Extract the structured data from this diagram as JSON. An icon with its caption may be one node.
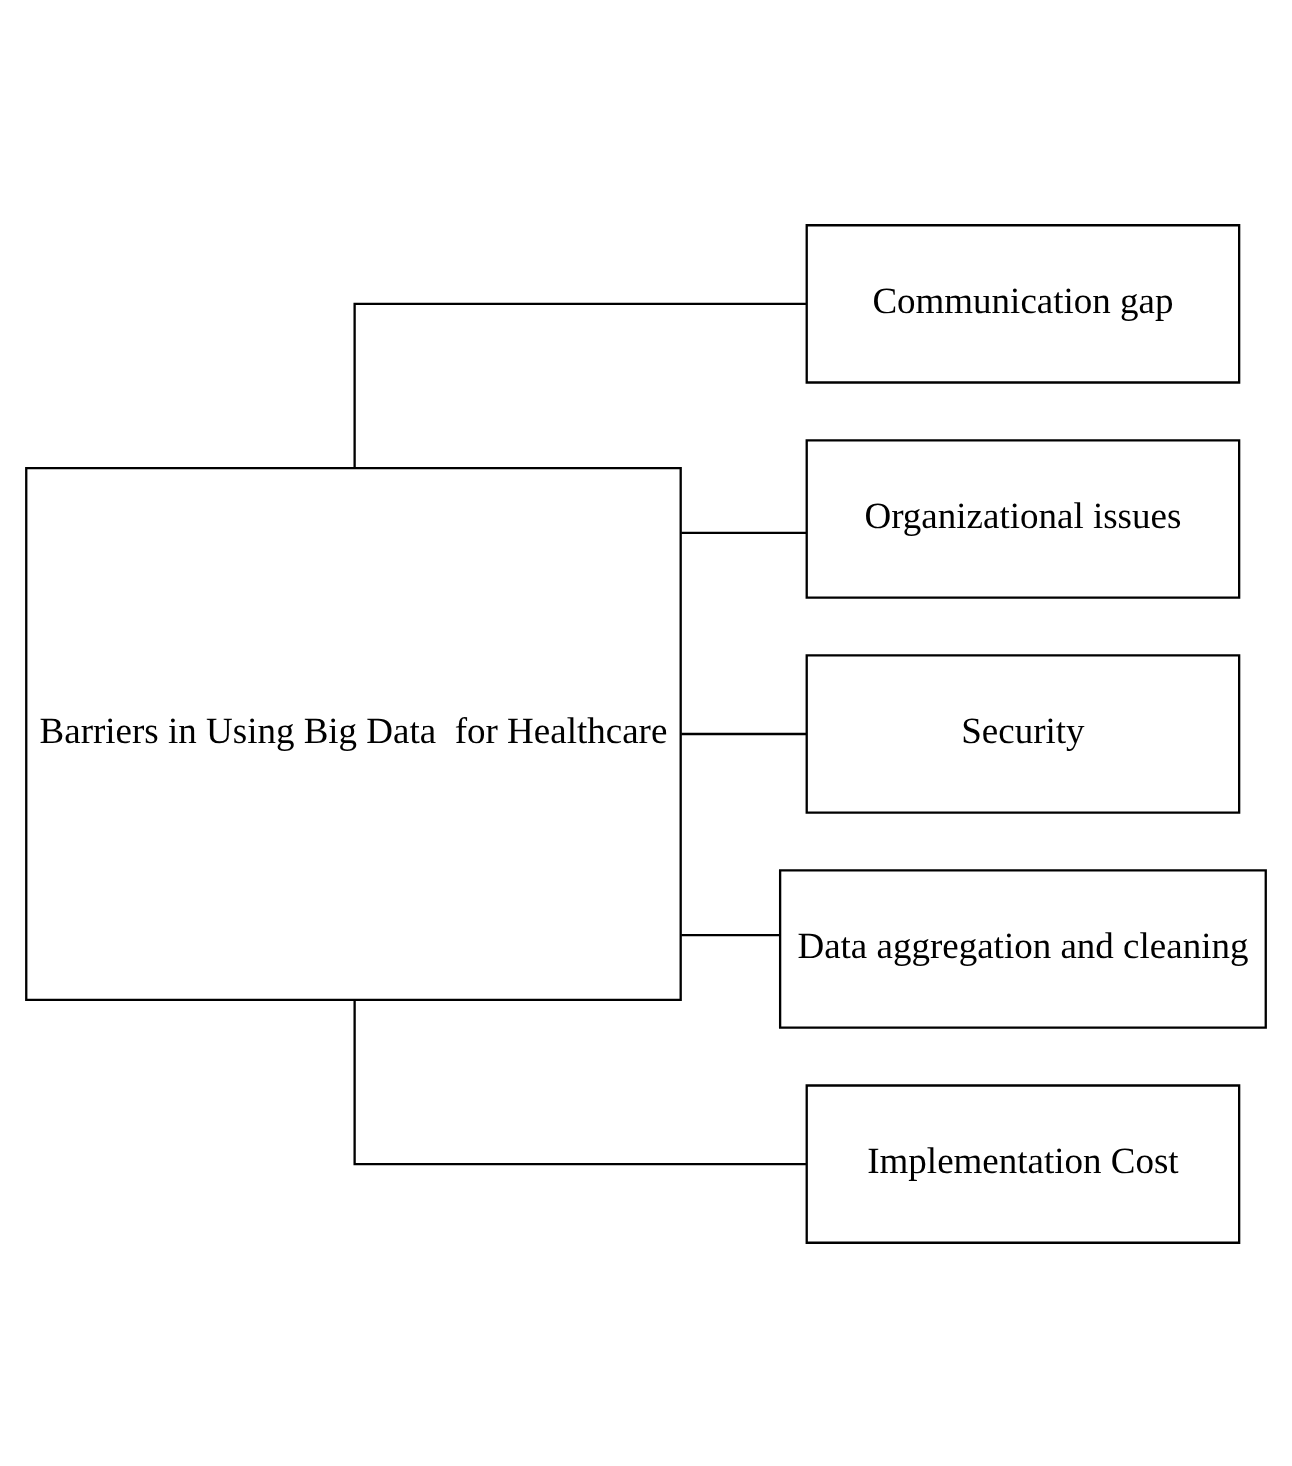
{
  "diagram": {
    "nodes": [
      {
        "text": [
          "Barriers in Using Big Data  for Healthcare"
        ]
      },
      {
        "text": [
          "Communication gap"
        ]
      },
      {
        "text": [
          "Organizational issues"
        ]
      },
      {
        "text": [
          "Security"
        ]
      },
      {
        "text": [
          "Data aggregation and cleaning"
        ]
      },
      {
        "text": [
          "Implementation Cost"
        ]
      }
    ],
    "edges": [
      {
        "from": 0,
        "to": 1,
        "arrow": "none"
      },
      {
        "from": 0,
        "to": 2,
        "arrow": "none"
      },
      {
        "from": 0,
        "to": 3,
        "arrow": "none"
      },
      {
        "from": 0,
        "to": 4,
        "arrow": "none"
      },
      {
        "from": 0,
        "to": 5,
        "arrow": "none"
      }
    ]
  }
}
